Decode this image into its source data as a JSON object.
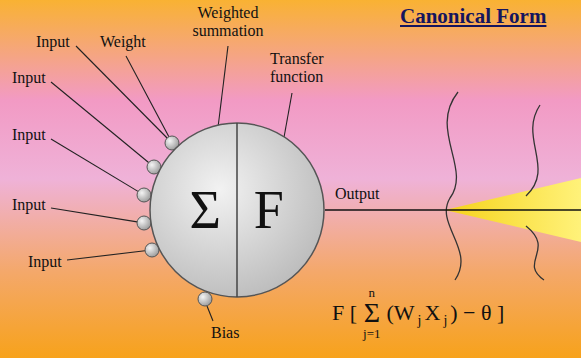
{
  "diagram": {
    "title": "Canonical Form",
    "nodes": [
      {
        "text": [
          "Σ",
          "F"
        ]
      }
    ],
    "labels": [
      "Weighted summation",
      "Weight",
      "Transfer function",
      "Input",
      "Input",
      "Input",
      "Input",
      "Input",
      "Output",
      "Bias",
      "F [",
      "n",
      "Σ",
      "j=1",
      "(W",
      "j",
      "X",
      "j",
      ") − θ ]"
    ]
  }
}
